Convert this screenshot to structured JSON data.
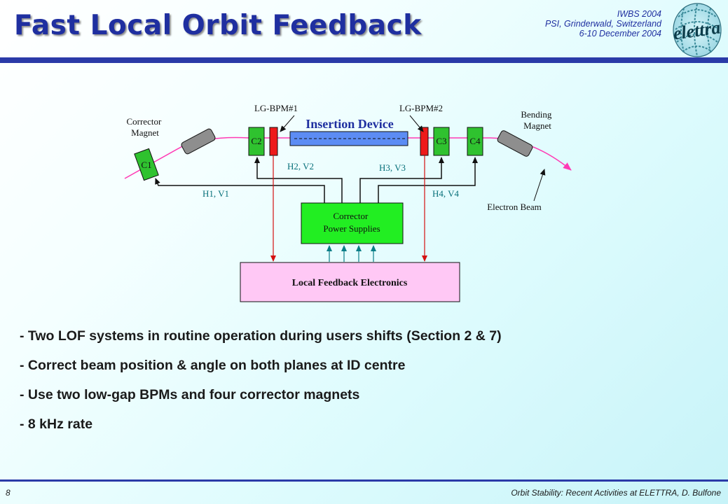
{
  "header": {
    "title": "Fast Local Orbit Feedback",
    "conference": [
      "IWBS 2004",
      "PSI, Grinderwald, Switzerland",
      "6-10 December 2004"
    ],
    "logo_text": "elettra"
  },
  "colors": {
    "title": "#1f2fa0",
    "rule": "#2a3aa8",
    "beam": "#ff3ab4",
    "corrector": "#2fc22f",
    "power_supply": "#22ee22",
    "electronics": "#ffc8f5",
    "insertion_device": "#5c8cf4",
    "bpm": "#ee1a1a",
    "signal_text": "#08707a"
  },
  "diagram": {
    "correctors": [
      {
        "label": "C1"
      },
      {
        "label": "C2"
      },
      {
        "label": "C3"
      },
      {
        "label": "C4"
      }
    ],
    "insertion_device_label": "Insertion Device",
    "bpm_labels": [
      "LG-BPM#1",
      "LG-BPM#2"
    ],
    "corrector_magnet_label": [
      "Corrector",
      "Magnet"
    ],
    "bending_magnet_label": [
      "Bending",
      "Magnet"
    ],
    "electron_beam_label": "Electron Beam",
    "signals": [
      "H1, V1",
      "H2, V2",
      "H3, V3",
      "H4, V4"
    ],
    "power_supplies_label": [
      "Corrector",
      "Power Supplies"
    ],
    "electronics_label": "Local Feedback Electronics"
  },
  "bullets": [
    "- Two LOF systems in routine operation during users shifts (Section 2 & 7)",
    "- Correct beam position & angle on both planes at ID centre",
    "- Use two low-gap BPMs and four corrector magnets",
    "- 8 kHz rate"
  ],
  "footer": {
    "page": "8",
    "text": "Orbit Stability: Recent Activities at ELETTRA, D. Bulfone"
  }
}
